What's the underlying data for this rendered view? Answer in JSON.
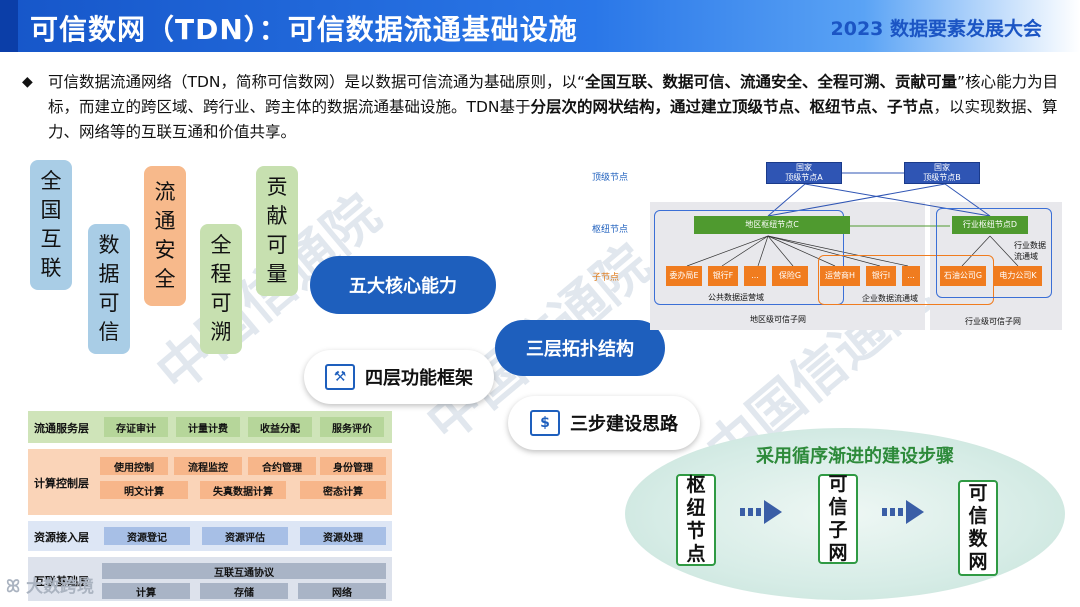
{
  "header": {
    "title": "可信数网（TDN）：可信数据流通基础设施",
    "conference": "2023 数据要素发展大会"
  },
  "intro": {
    "bullet": "◆",
    "p1": "可信数据流通网络（TDN，简称可信数网）是以数据可信流通为基础原则，以“",
    "b1": "全国互联、数据可信、流通安全、全程可溯、贡献可量",
    "p2": "”核心能力为目标，而建立的跨区域、跨行业、跨主体的数据流通基础设施。TDN基于",
    "b2": "分层次的网状结构，通过建立顶级节点、枢纽节点、子节点",
    "p3": "，以实现数据、算力、网络等的互联互通和价值共享。"
  },
  "capabilities": [
    "全国互联",
    "数据可信",
    "流通安全",
    "全程可溯",
    "贡献可量"
  ],
  "bubbles": {
    "core": "五大核心能力",
    "topology": "三层拓扑结构",
    "framework": "四层功能框架",
    "roadmap": "三步建设思路"
  },
  "topology": {
    "levels": {
      "top": "顶级节点",
      "hub": "枢纽节点",
      "sub": "子节点"
    },
    "top_nodes": [
      "国家\n顶级节点A",
      "国家\n顶级节点B"
    ],
    "hub_region": "地区枢纽节点C",
    "hub_industry": "行业枢纽节点D",
    "sub_nodes_region": [
      "委办局E",
      "银行F",
      "...",
      "保险G",
      "运营商H",
      "银行I",
      "..."
    ],
    "sub_nodes_industry": [
      "石油公司G",
      "电力公司K"
    ],
    "domains": {
      "public": "公共数据运营域",
      "enterprise": "企业数据流通域",
      "industry": "行业数据\n流通域"
    },
    "region_label": "地区级可信子网",
    "industry_label": "行业级可信子网"
  },
  "layers": [
    {
      "name": "流通服务层",
      "cells": [
        "存证审计",
        "计量计费",
        "收益分配",
        "服务评价"
      ]
    },
    {
      "name": "计算控制层",
      "cells": [
        "使用控制",
        "流程监控",
        "合约管理",
        "身份管理",
        "明文计算",
        "失真数据计算",
        "密态计算"
      ]
    },
    {
      "name": "资源接入层",
      "cells": [
        "资源登记",
        "资源评估",
        "资源处理"
      ]
    },
    {
      "name": "互联基础层",
      "cells": [
        "互联互通协议",
        "计算",
        "存储",
        "网络"
      ]
    }
  ],
  "steps": {
    "title": "采用循序渐进的建设步骤",
    "items": [
      "枢纽节点",
      "可信子网",
      "可信数网"
    ]
  },
  "watermark": "中国信通院",
  "logo": "大数跨境",
  "colors": {
    "header_blue": "#1656c9",
    "bubble_blue": "#1e5fbd",
    "step_green": "#2f9a43"
  }
}
